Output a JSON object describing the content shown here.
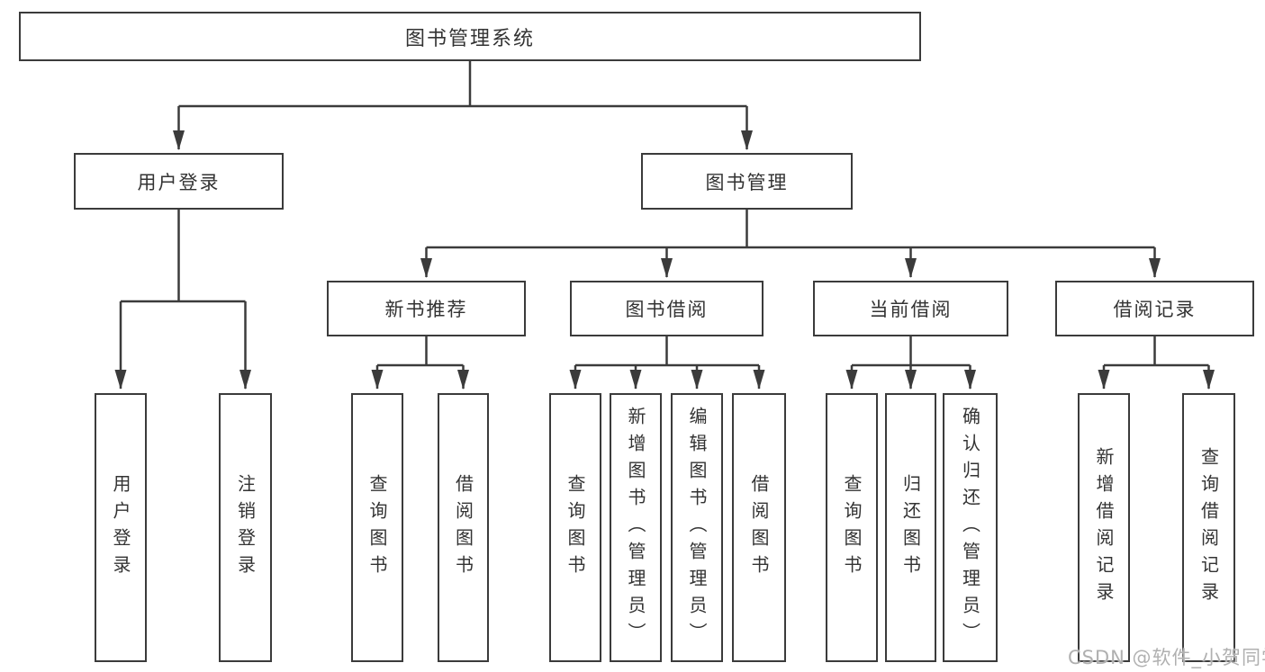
{
  "diagram": {
    "root": {
      "label": "图书管理系统"
    },
    "branches": [
      {
        "label": "用户登录",
        "children": [
          {
            "label": "用户登录"
          },
          {
            "label": "注销登录"
          }
        ]
      },
      {
        "label": "图书管理",
        "children": [
          {
            "label": "新书推荐",
            "children": [
              {
                "label": "查询图书"
              },
              {
                "label": "借阅图书"
              }
            ]
          },
          {
            "label": "图书借阅",
            "children": [
              {
                "label": "查询图书"
              },
              {
                "label": "新增图书（管理员）"
              },
              {
                "label": "编辑图书（管理员）"
              },
              {
                "label": "借阅图书"
              }
            ]
          },
          {
            "label": "当前借阅",
            "children": [
              {
                "label": "查询图书"
              },
              {
                "label": "归还图书"
              },
              {
                "label": "确认归还（管理员）"
              }
            ]
          },
          {
            "label": "借阅记录",
            "children": [
              {
                "label": "新增借阅记录"
              },
              {
                "label": "查询借阅记录"
              }
            ]
          }
        ]
      }
    ]
  },
  "watermark": {
    "text": "CSDN @软件_小贺同学"
  },
  "colors": {
    "line": "#3b3b3b",
    "text": "#333333",
    "node_fill": "#ffffff",
    "watermark": "#b0b0b0",
    "background": "#ffffff"
  }
}
